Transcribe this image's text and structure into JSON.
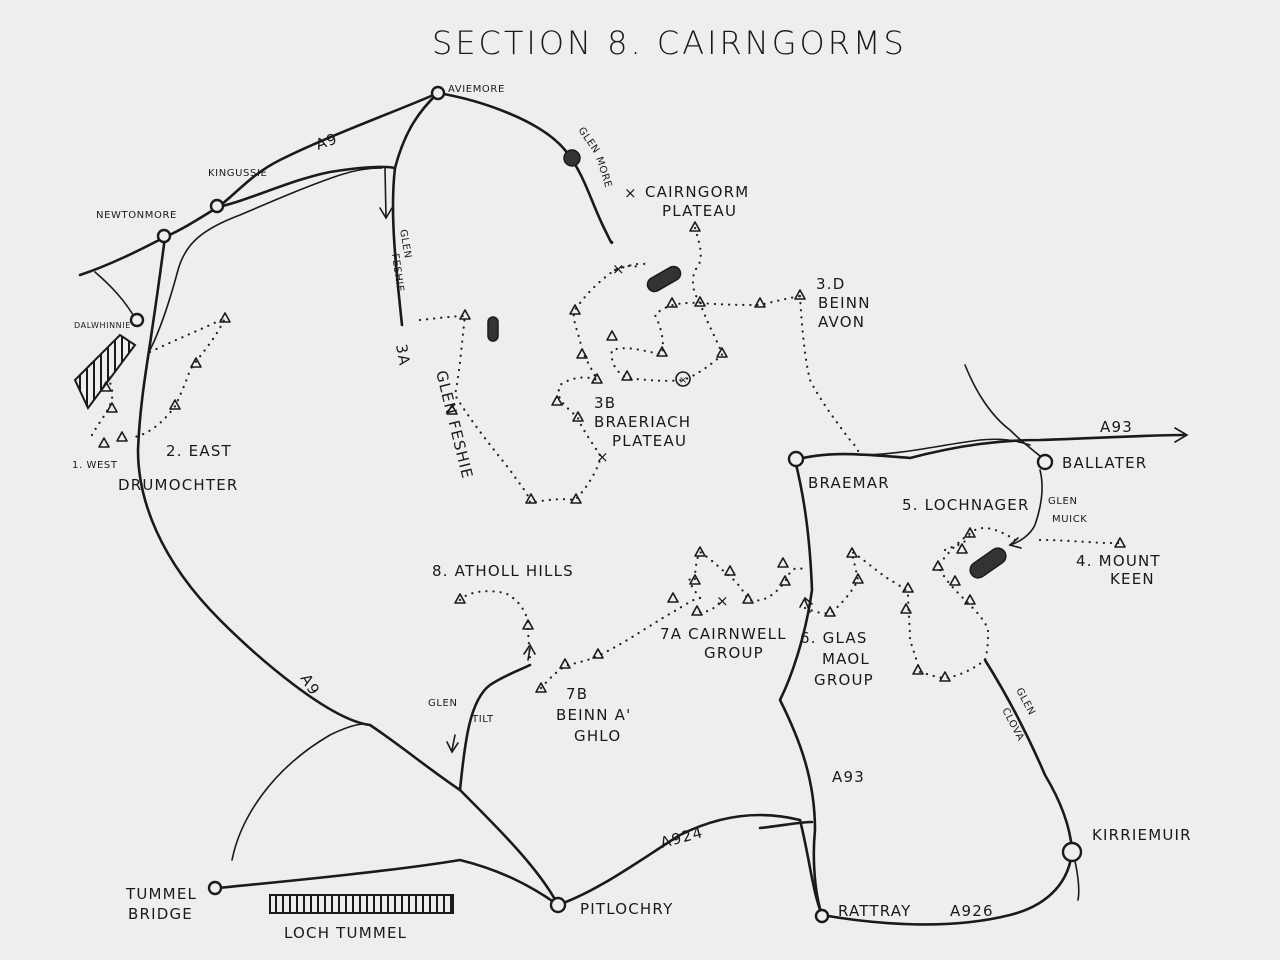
{
  "map": {
    "title": "SECTION 8. CAIRNGORMS"
  },
  "towns": {
    "aviemore": "AVIEMORE",
    "kingussie": "KINGUSSIE",
    "newtonmore": "NEWTONMORE",
    "dalwhinnie": "DALWHINNIE",
    "braemar": "BRAEMAR",
    "ballater": "BALLATER",
    "kirriemuir": "KIRRIEMUIR",
    "rattray": "RATTRAY",
    "pitlochry": "PITLOCHRY",
    "tummel_bridge_1": "TUMMEL",
    "tummel_bridge_2": "BRIDGE"
  },
  "roads": {
    "a9_north": "A9",
    "a9_south": "A9",
    "a93_east": "A93",
    "a93_south": "A93",
    "a924": "A924",
    "a926": "A926"
  },
  "glens": {
    "glen_more_1": "GLEN",
    "glen_more_2": "MORE",
    "glen_feshie_1": "GLEN",
    "glen_feshie_2": "FESHIE",
    "glen_tilt_1": "GLEN",
    "glen_tilt_2": "TILT",
    "glen_muick_1": "GLEN",
    "glen_muick_2": "MUICK",
    "glen_clova_1": "GLEN",
    "glen_clova_2": "CLOVA"
  },
  "routes": {
    "r1": "1. WEST",
    "r2_1": "2. EAST",
    "r2_2": "DRUMOCHTER",
    "r3a_1": "3A",
    "r3a_2": "GLEN FESHIE",
    "r3b_1": "3B",
    "r3b_2": "BRAERIACH",
    "r3b_3": "PLATEAU",
    "r3c_1": "CAIRNGORM",
    "r3c_2": "PLATEAU",
    "r3d_1": "3.D",
    "r3d_2": "BEINN",
    "r3d_3": "AVON",
    "r4_1": "4. MOUNT",
    "r4_2": "KEEN",
    "r5": "5. LOCHNAGER",
    "r6_1": "6. GLAS",
    "r6_2": "MAOL",
    "r6_3": "GROUP",
    "r7a_1": "7A CAIRNWELL",
    "r7a_2": "GROUP",
    "r7b_1": "7B",
    "r7b_2": "BEINN A'",
    "r7b_3": "GHLO",
    "r8": "8. ATHOLL HILLS"
  },
  "water": {
    "loch_tummel": "LOCH TUMMEL"
  },
  "colors": {
    "paper": "#eeeeec",
    "ink": "#1a1a1a"
  }
}
